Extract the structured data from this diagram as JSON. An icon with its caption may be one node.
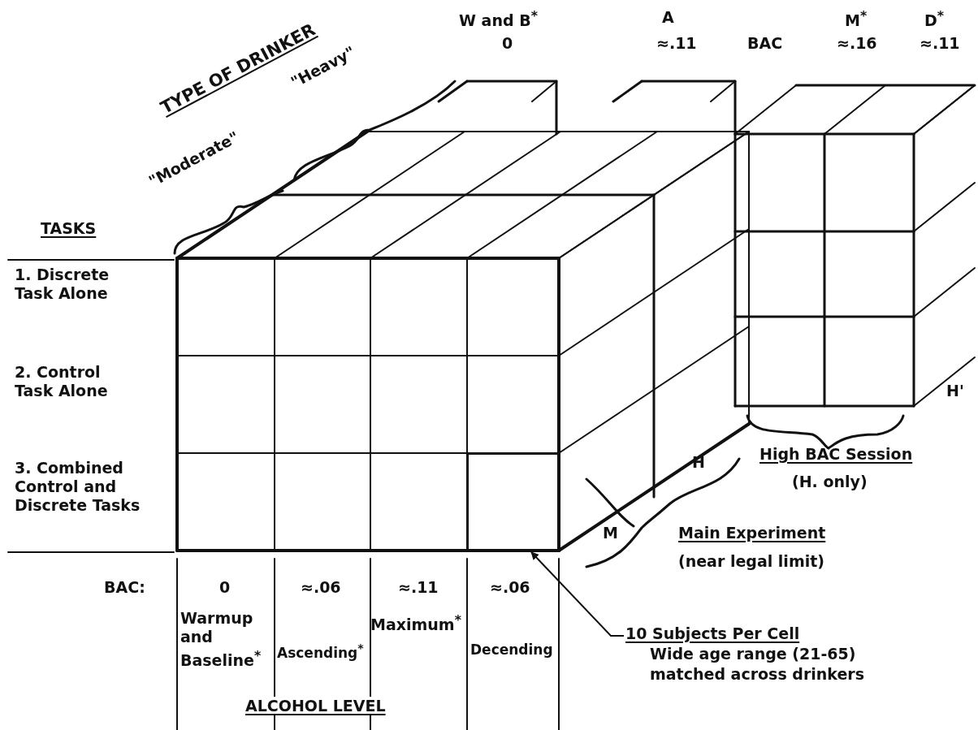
{
  "diagram": {
    "nodes": [
      {
        "text": [
          "10 Subjects Per Cell",
          "Wide age range (21-65) matched across drinkers"
        ]
      },
      {
        "text": [],
        "shape": "box"
      }
    ],
    "edges": [
      {
        "from": 0,
        "to": 1,
        "arrow": "to"
      }
    ],
    "labels": [
      "TYPE OF DRINKER",
      "W and B$^{*}$",
      "A",
      "M$^{*}$",
      "D$^{*}$",
      "\"Heavy\"",
      "0",
      "≈.11",
      "BAC",
      "≈.16",
      "≈.11",
      "\"Moderate\"",
      "TASKS",
      "1. Discrete Task Alone",
      "2. Control Task Alone",
      "3. Combined Control and Discrete Tasks",
      "H'",
      "H",
      "High BAC Session",
      "(H. only)",
      "M",
      "Main Experiment",
      "(near legal limit)",
      "BAC:",
      "0",
      "≈.06",
      "≈.11",
      "≈.06",
      "Warmup and Baseline$^{*}$",
      "Maximum$^{*}$",
      "Ascending$^{*}$",
      "Decending",
      "ALCOHOL LEVEL"
    ]
  }
}
